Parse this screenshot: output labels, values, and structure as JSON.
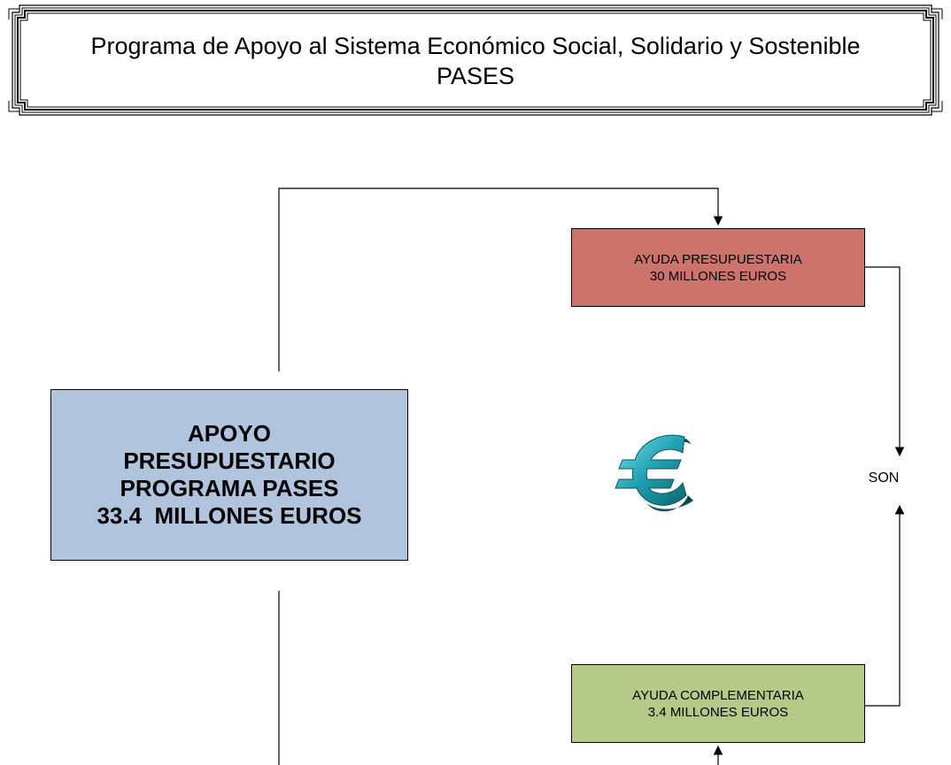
{
  "title": {
    "line1": "Programa de Apoyo al Sistema Económico Social, Solidario y Sostenible",
    "line2": "PASES"
  },
  "main_box": {
    "lines": [
      "APOYO",
      "PRESUPUESTARIO",
      "PROGRAMA PASES",
      "33.4  MILLONES EUROS"
    ],
    "fill": "#b0c4de"
  },
  "ayuda_presupuestaria": {
    "line1": "AYUDA PRESUPUESTARIA",
    "line2": "30 MILLONES EUROS",
    "fill": "#cc746c"
  },
  "ayuda_complementaria": {
    "line1": "AYUDA COMPLEMENTARIA",
    "line2": "3.4 MILLONES EUROS",
    "fill": "#b6ca88"
  },
  "son_label": "SON",
  "icons": {
    "euro": "euro-3d-icon"
  },
  "colors": {
    "euro_icon": "#1fa0b0"
  }
}
